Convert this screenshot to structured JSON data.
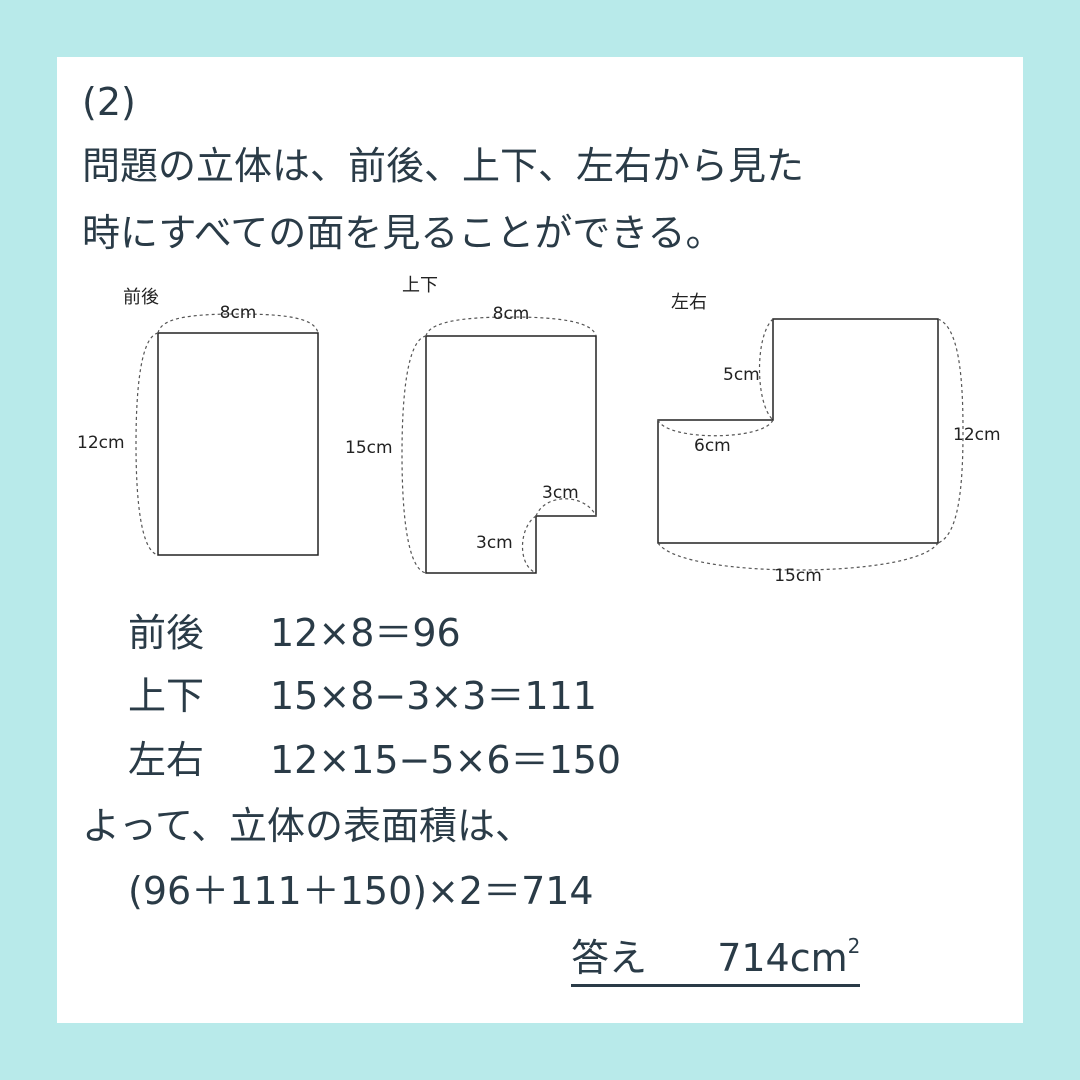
{
  "header": {
    "number": "(2)",
    "line1": "問題の立体は、前後、上下、左右から見た",
    "line2": "時にすべての面を見ることができる。"
  },
  "figures": {
    "front_back": {
      "title": "前後",
      "width_label": "8cm",
      "height_label": "12cm"
    },
    "top_bottom": {
      "title": "上下",
      "width_label": "8cm",
      "height_label": "15cm",
      "notch_w_label": "3cm",
      "notch_h_label": "3cm"
    },
    "left_right": {
      "title": "左右",
      "top_step_label": "5cm",
      "step_w_label": "6cm",
      "height_label": "12cm",
      "width_label": "15cm"
    }
  },
  "calculations": [
    {
      "label": "前後",
      "expr": "12×8＝96"
    },
    {
      "label": "上下",
      "expr": "15×8−3×3＝111"
    },
    {
      "label": "左右",
      "expr": "12×15−5×6＝150"
    }
  ],
  "conclusion": {
    "text": "よって、立体の表面積は、",
    "expr": "(96＋111＋150)×2＝714"
  },
  "answer": {
    "label": "答え",
    "value": "714cm",
    "exponent": "2"
  },
  "colors": {
    "background": "#b8eaea",
    "card": "#ffffff",
    "text": "#2a3b47"
  }
}
